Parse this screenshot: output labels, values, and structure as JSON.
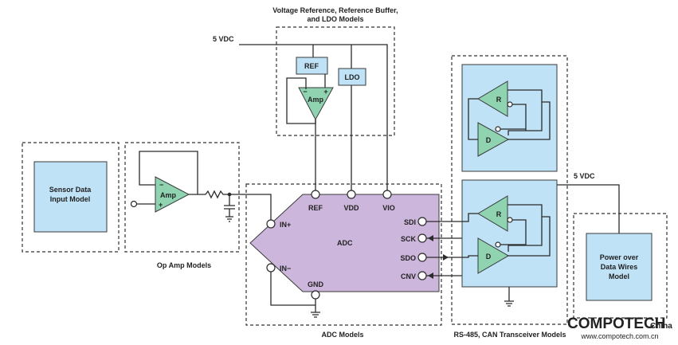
{
  "labels": {
    "vref_group_line1": "Voltage Reference, Reference Buffer,",
    "vref_group_line2": "and LDO Models",
    "supply_top": "5 VDC",
    "supply_right": "5 VDC",
    "ref_block": "REF",
    "ldo_block": "LDO",
    "amp": "Amp",
    "sensor_line1": "Sensor Data",
    "sensor_line2": "Input Model",
    "opamp_models": "Op Amp Models",
    "adc_models": "ADC Models",
    "adc": "ADC",
    "adc_ref": "REF",
    "adc_vdd": "VDD",
    "adc_vio": "VIO",
    "adc_inp": "IN+",
    "adc_inn": "IN−",
    "adc_gnd": "GND",
    "adc_sdi": "SDI",
    "adc_sck": "SCK",
    "adc_sdo": "SDO",
    "adc_cnv": "CNV",
    "xcvr_r": "R",
    "xcvr_d": "D",
    "xcvr_models": "RS-485, CAN Transceiver Models",
    "power_line1": "Power over",
    "power_line2": "Data Wires",
    "power_line3": "Model",
    "minus_sign": "−",
    "plus_sign": "+",
    "watermark_brand": "COMPOTECH",
    "watermark_region": "China",
    "watermark_url": "www.compotech.com.cn"
  },
  "colors": {
    "block_blue": "#bfe2f6",
    "amp_green": "#8fd3b0",
    "adc_purple": "#cdb6dc",
    "watermark_red": "#d81e1e"
  }
}
